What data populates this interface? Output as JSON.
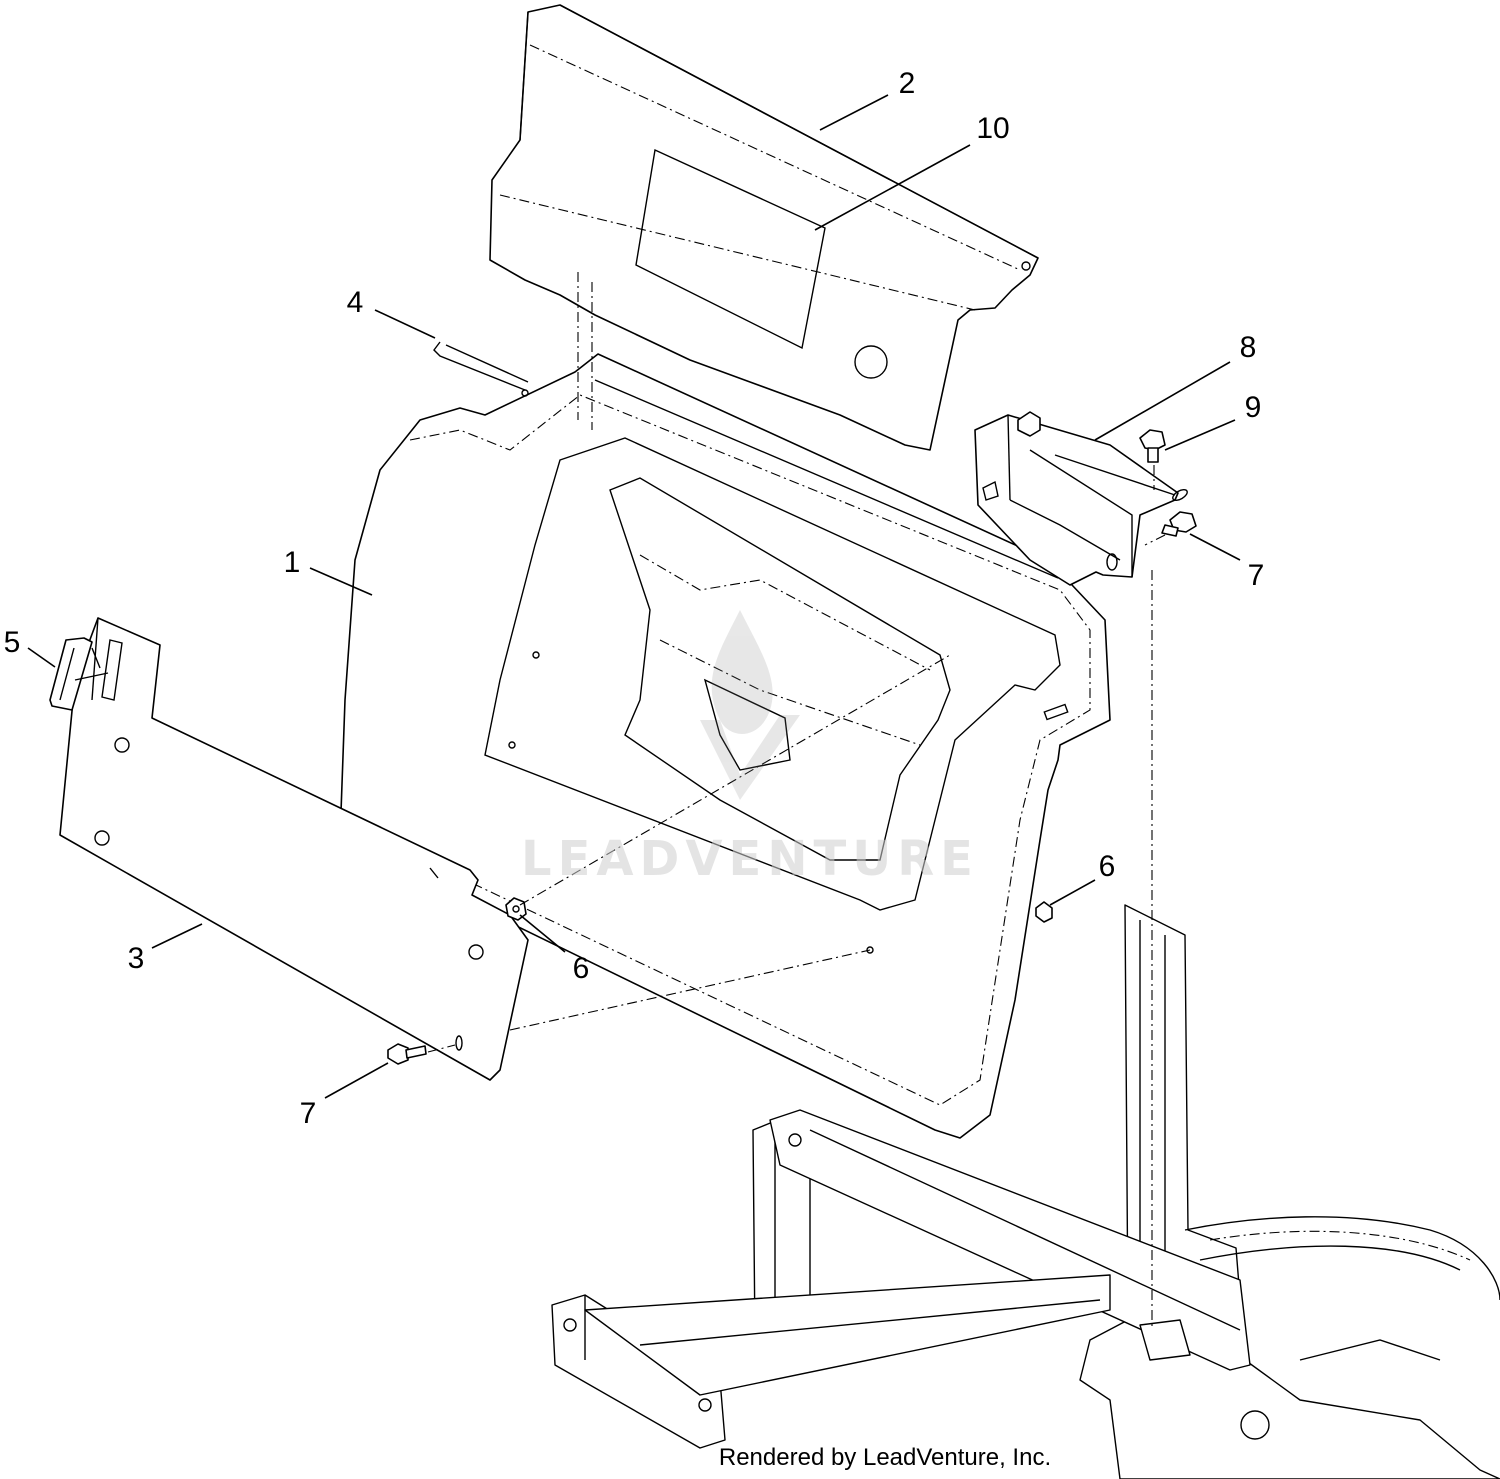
{
  "callouts": [
    {
      "id": "c1",
      "label": "1"
    },
    {
      "id": "c2",
      "label": "2"
    },
    {
      "id": "c3",
      "label": "3"
    },
    {
      "id": "c4",
      "label": "4"
    },
    {
      "id": "c5",
      "label": "5"
    },
    {
      "id": "c6a",
      "label": "6"
    },
    {
      "id": "c6b",
      "label": "6"
    },
    {
      "id": "c7a",
      "label": "7"
    },
    {
      "id": "c7b",
      "label": "7"
    },
    {
      "id": "c8",
      "label": "8"
    },
    {
      "id": "c9",
      "label": "9"
    },
    {
      "id": "c10",
      "label": "10"
    }
  ],
  "watermark": {
    "text": "LEADVENTURE"
  },
  "credit": {
    "text": "Rendered by LeadVenture, Inc."
  }
}
